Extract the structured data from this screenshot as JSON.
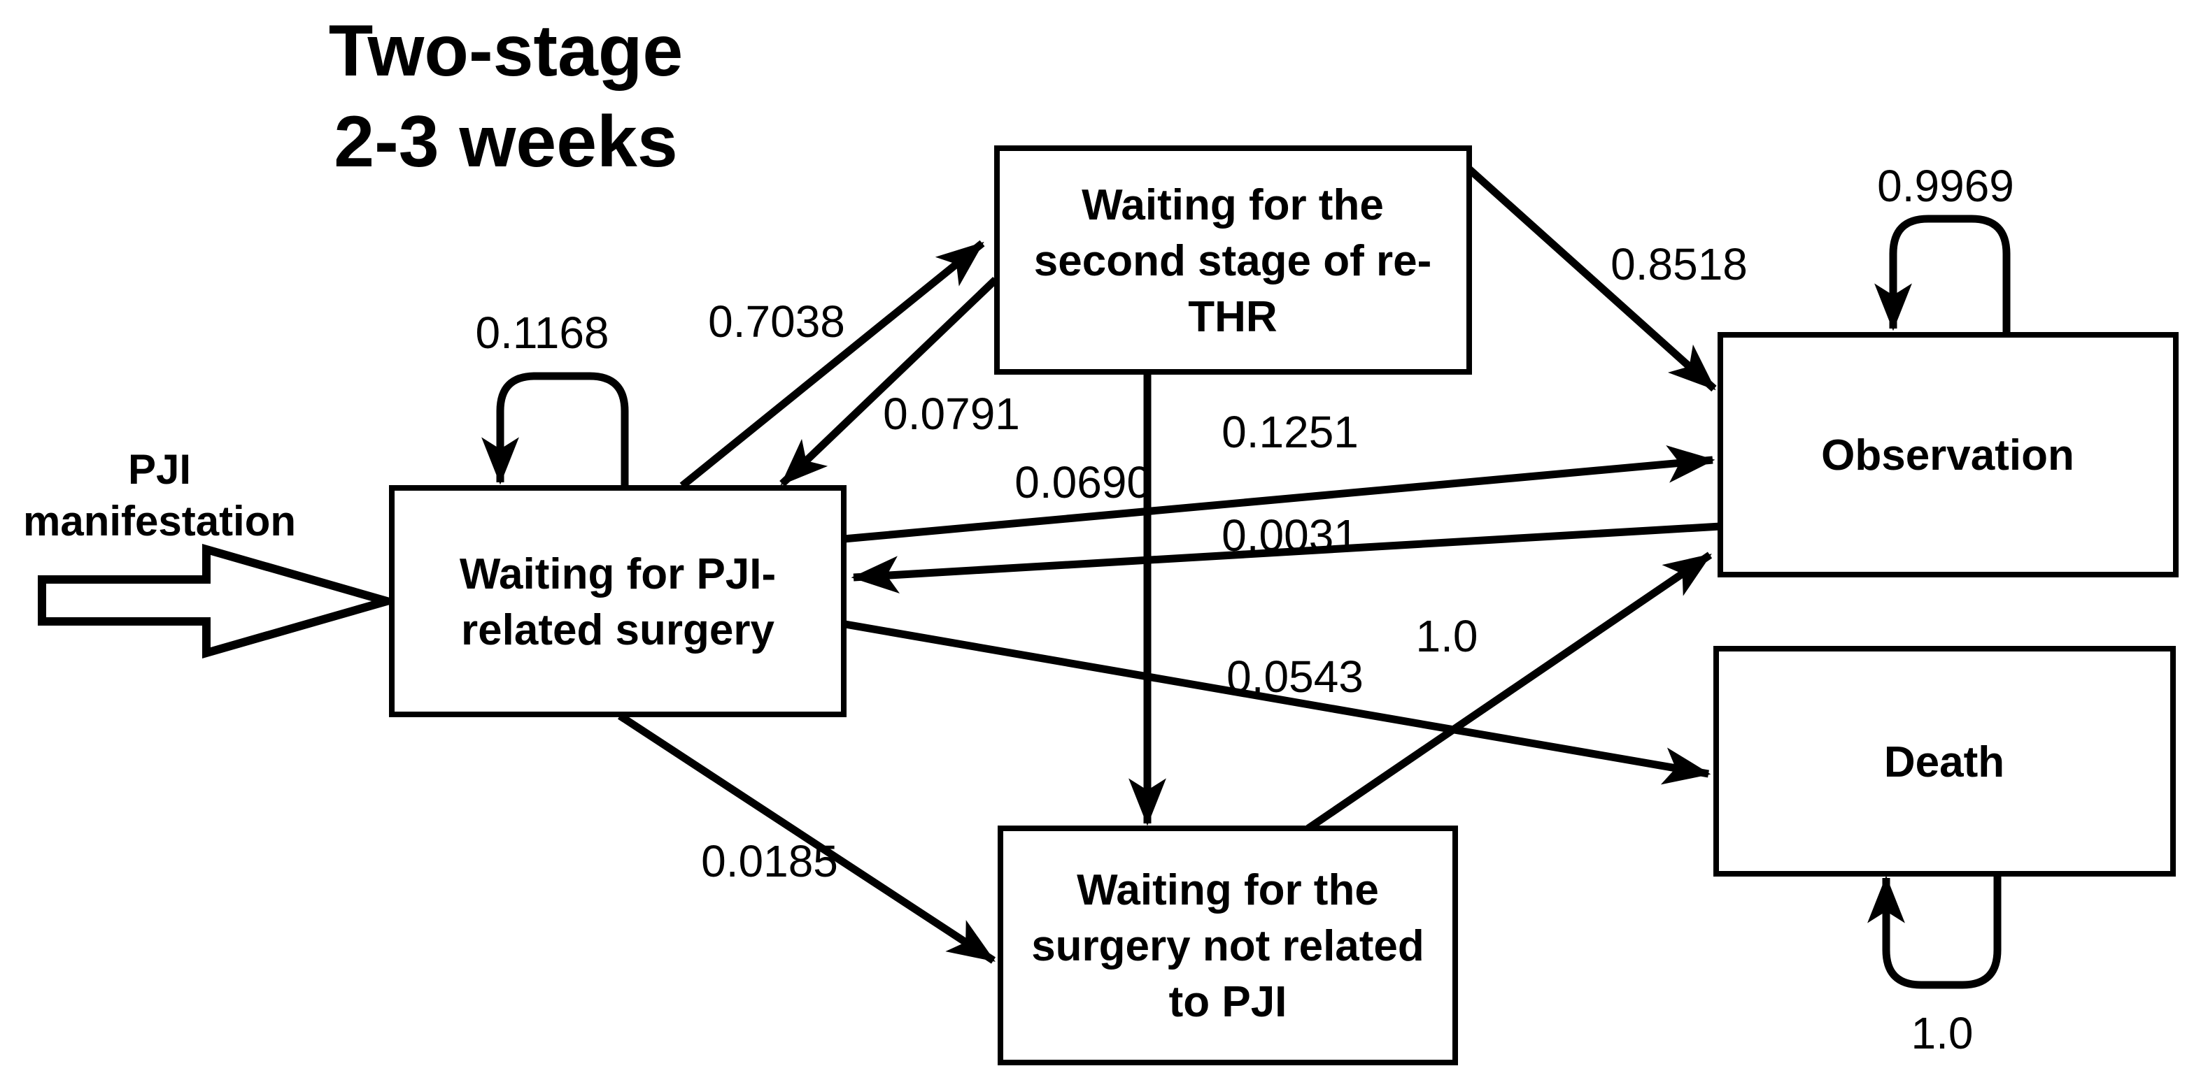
{
  "figure": {
    "title_lines": [
      "Two-stage",
      "2-3 weeks"
    ],
    "entry": {
      "label_lines": [
        "PJI",
        "manifestation"
      ],
      "target": "waiting-pji-related-surgery"
    },
    "nodes": [
      {
        "id": "waiting-pji-related-surgery",
        "label": "Waiting for PJI-related surgery",
        "lines": [
          "Waiting for PJI-",
          "related surgery"
        ]
      },
      {
        "id": "waiting-second-stage-re-thr",
        "label": "Waiting for the second stage of re-THR",
        "lines": [
          "Waiting for the",
          "second stage of re-",
          "THR"
        ]
      },
      {
        "id": "observation",
        "label": "Observation",
        "lines": [
          "Observation"
        ]
      },
      {
        "id": "death",
        "label": "Death",
        "lines": [
          "Death"
        ]
      },
      {
        "id": "waiting-surgery-not-related-pji",
        "label": "Waiting for the surgery not related to PJI",
        "lines": [
          "Waiting for the",
          "surgery not related",
          "to PJI"
        ]
      }
    ],
    "transitions": [
      {
        "from": "waiting-pji-related-surgery",
        "to": "waiting-pji-related-surgery",
        "probability": "0.1168"
      },
      {
        "from": "waiting-pji-related-surgery",
        "to": "waiting-second-stage-re-thr",
        "probability": "0.7038"
      },
      {
        "from": "waiting-second-stage-re-thr",
        "to": "waiting-pji-related-surgery",
        "probability": "0.0791"
      },
      {
        "from": "waiting-second-stage-re-thr",
        "to": "observation",
        "probability": "0.8518"
      },
      {
        "from": "waiting-second-stage-re-thr",
        "to": "waiting-surgery-not-related-pji",
        "probability": "0.0690"
      },
      {
        "from": "waiting-pji-related-surgery",
        "to": "observation",
        "probability": "0.1251"
      },
      {
        "from": "observation",
        "to": "waiting-pji-related-surgery",
        "probability": "0.0031"
      },
      {
        "from": "waiting-pji-related-surgery",
        "to": "death",
        "probability": "0.0543"
      },
      {
        "from": "waiting-pji-related-surgery",
        "to": "waiting-surgery-not-related-pji",
        "probability": "0.0185"
      },
      {
        "from": "waiting-surgery-not-related-pji",
        "to": "observation",
        "probability": "1.0"
      },
      {
        "from": "observation",
        "to": "observation",
        "probability": "0.9969"
      },
      {
        "from": "death",
        "to": "death",
        "probability": "1.0"
      }
    ],
    "colors": {
      "ink": "#000000",
      "paper": "#ffffff"
    }
  }
}
